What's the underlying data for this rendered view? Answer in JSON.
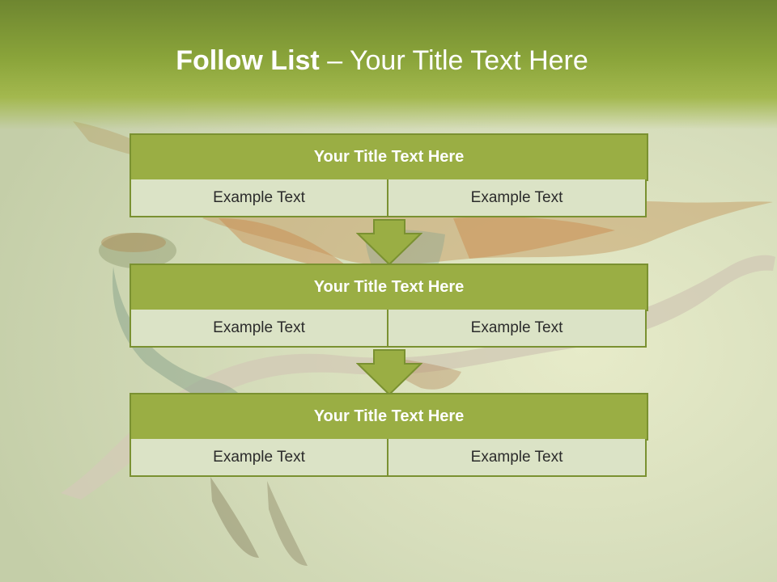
{
  "slide": {
    "title_bold": "Follow List",
    "title_rest": "– Your Title Text Here"
  },
  "blocks": [
    {
      "title": "Your Title Text Here",
      "left_text": "Example Text",
      "right_text": "Example Text"
    },
    {
      "title": "Your Title Text Here",
      "left_text": "Example Text",
      "right_text": "Example Text"
    },
    {
      "title": "Your Title Text Here",
      "left_text": "Example Text",
      "right_text": "Example Text"
    }
  ],
  "colors": {
    "title_band": "#8aa43a",
    "block_title_fill": "#9aae44",
    "block_border": "#7a9131",
    "cell_fill": "#dbe3c6",
    "arrow_fill": "#9aae44"
  }
}
